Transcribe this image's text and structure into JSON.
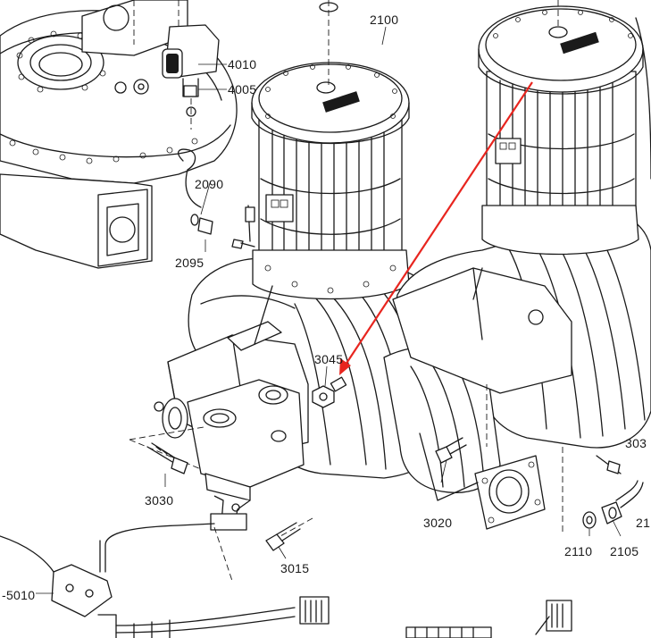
{
  "labels": {
    "p2100": "2100",
    "p4010": "4010",
    "p4005": "4005",
    "p2090": "2090",
    "p2095": "2095",
    "p3045": "3045",
    "p3030": "3030",
    "p3020": "3020",
    "p3015": "3015",
    "p5010": "-5010",
    "p2110": "2110",
    "p2105": "2105",
    "p303x": "303",
    "p21x": "21"
  },
  "colors": {
    "line": "#1a1a1a",
    "arrow": "#e8251f",
    "paper": "#ffffff"
  }
}
